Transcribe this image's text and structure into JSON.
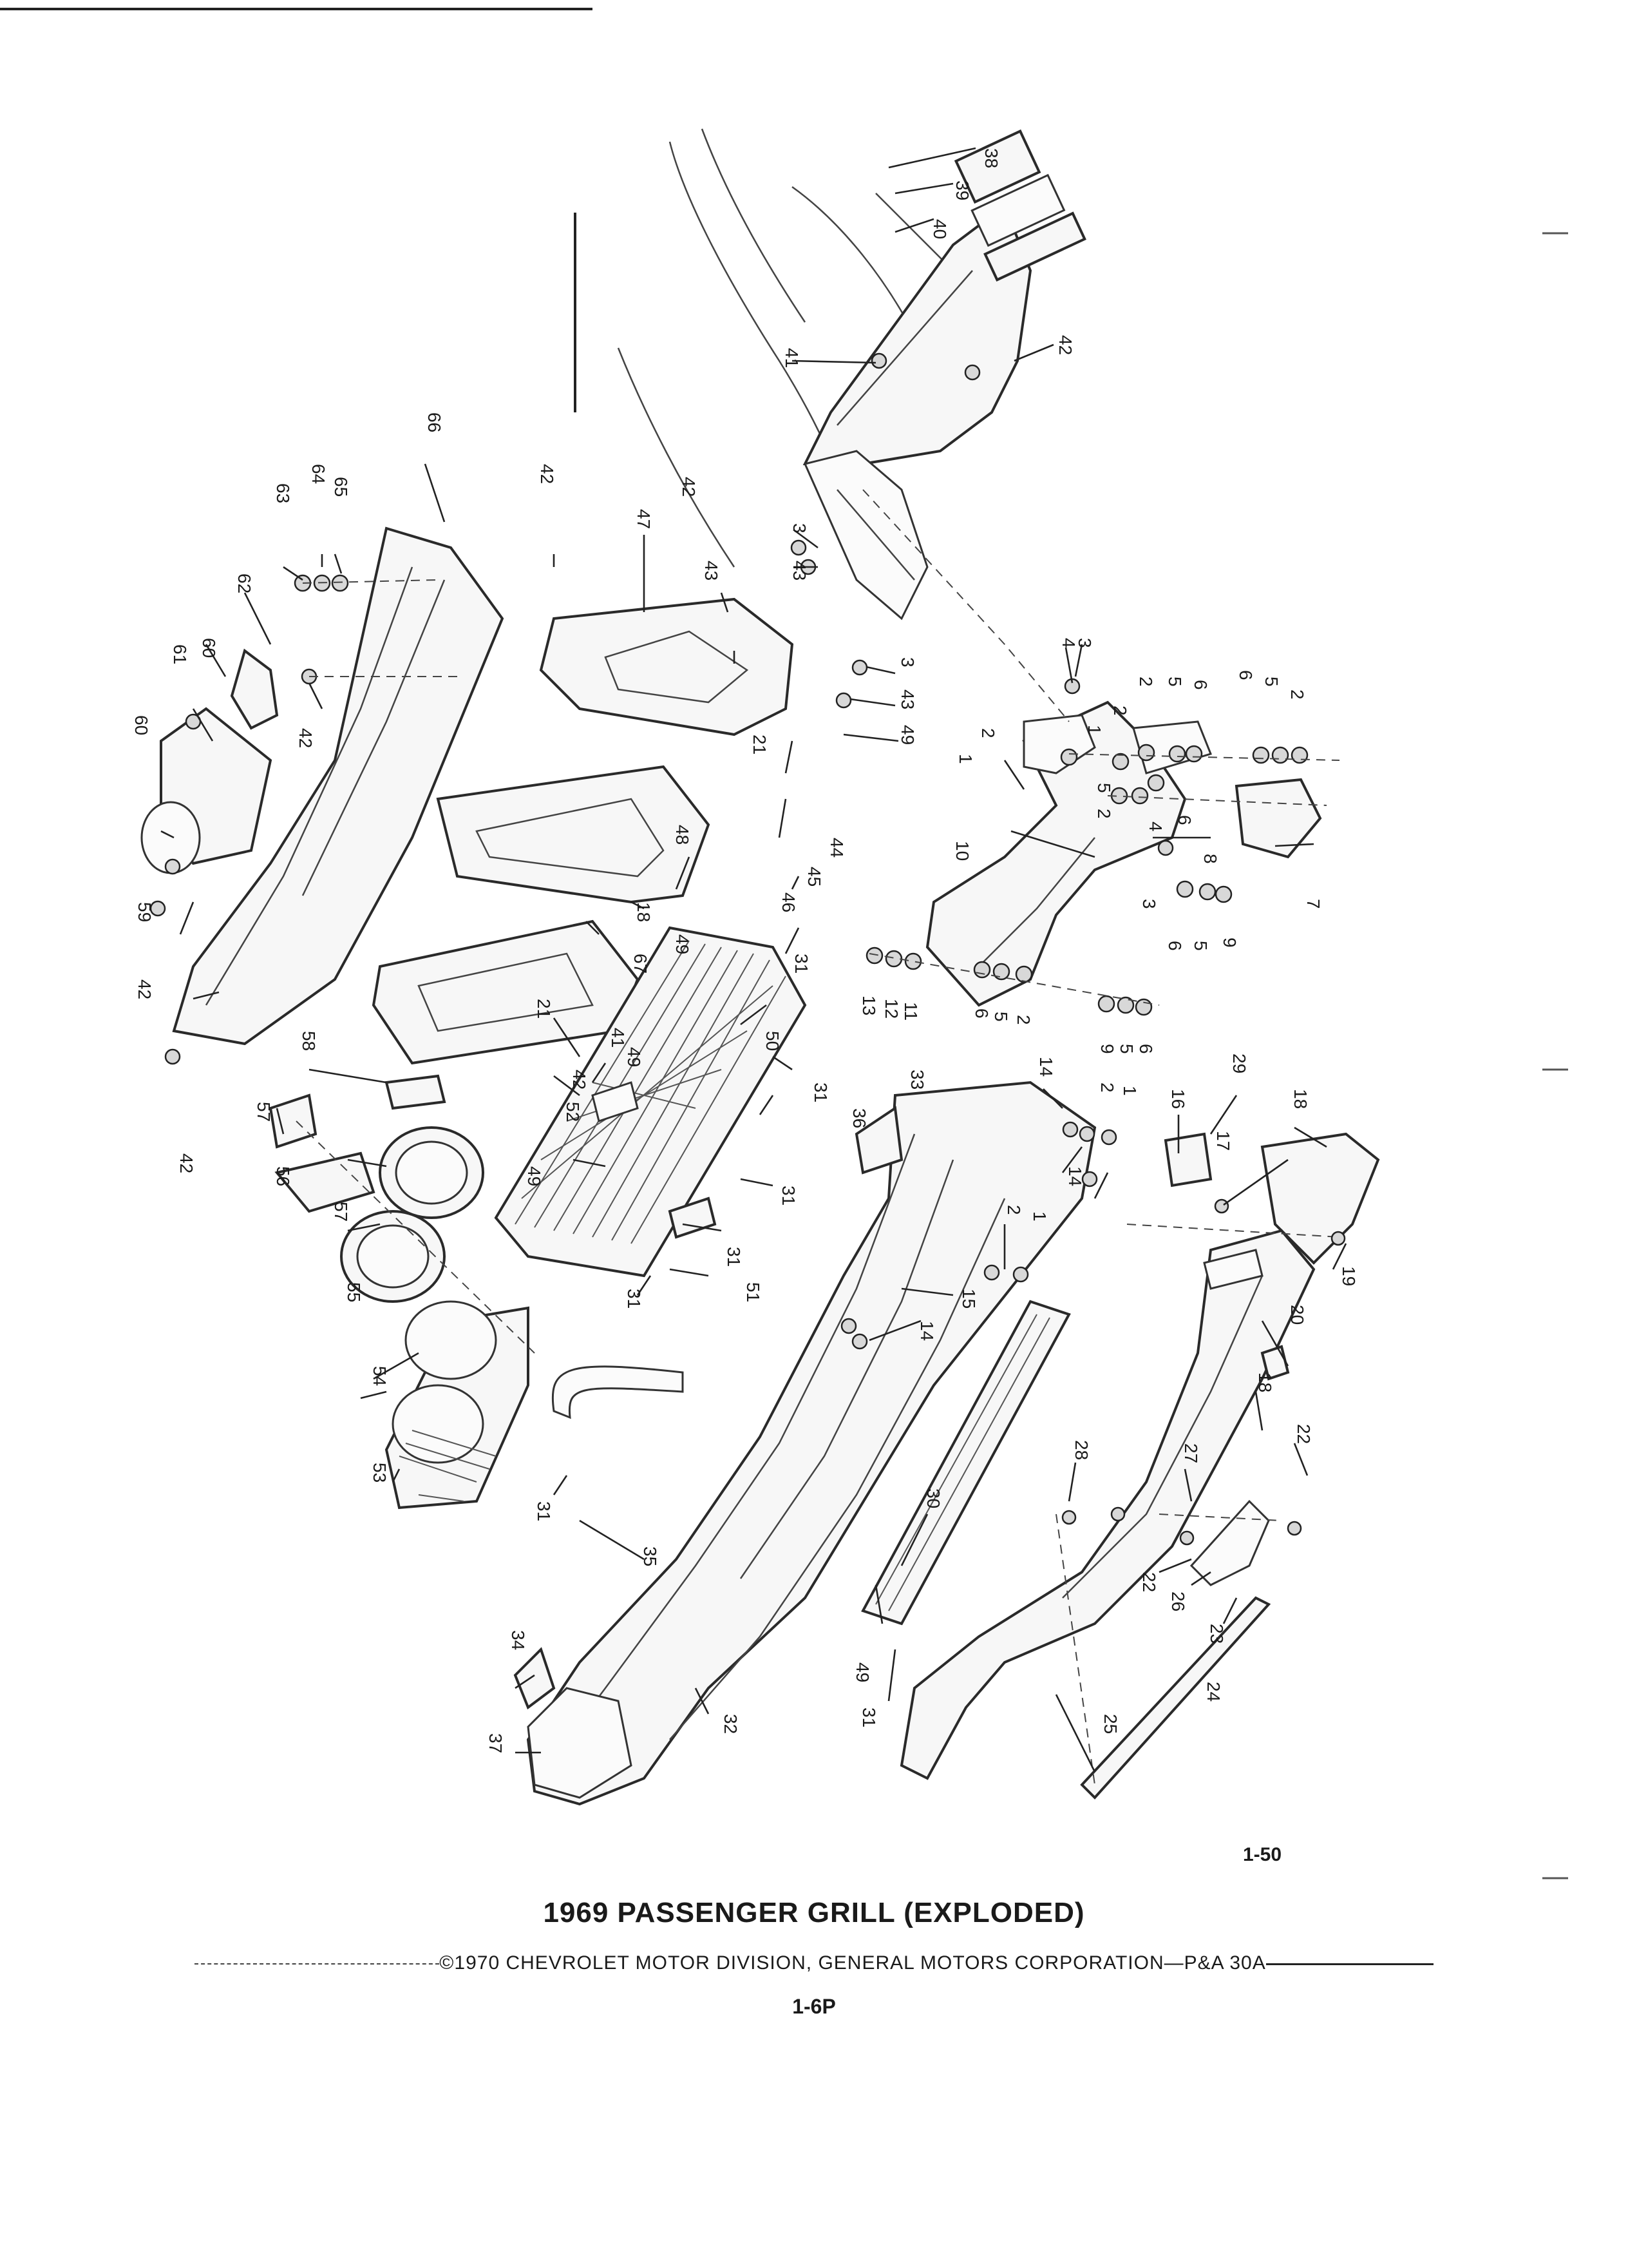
{
  "document": {
    "figure_number": "1-50",
    "title": "1969 PASSENGER GRILL (EXPLODED)",
    "copyright": "©1970 CHEVROLET MOTOR DIVISION, GENERAL MOTORS CORPORATION—P&A 30A",
    "page_number": "1-6P"
  },
  "callouts": [
    "1",
    "2",
    "3",
    "4",
    "5",
    "6",
    "7",
    "8",
    "9",
    "10",
    "11",
    "12",
    "13",
    "14",
    "15",
    "16",
    "17",
    "18",
    "19",
    "20",
    "21",
    "22",
    "23",
    "24",
    "25",
    "26",
    "27",
    "28",
    "29",
    "30",
    "31",
    "32",
    "33",
    "34",
    "35",
    "36",
    "37",
    "38",
    "39",
    "40",
    "41",
    "42",
    "43",
    "44",
    "45",
    "46",
    "47",
    "48",
    "49",
    "50",
    "51",
    "52",
    "53",
    "54",
    "55",
    "56",
    "57",
    "58",
    "59",
    "60",
    "61",
    "62",
    "63",
    "64",
    "65",
    "66",
    "67"
  ]
}
